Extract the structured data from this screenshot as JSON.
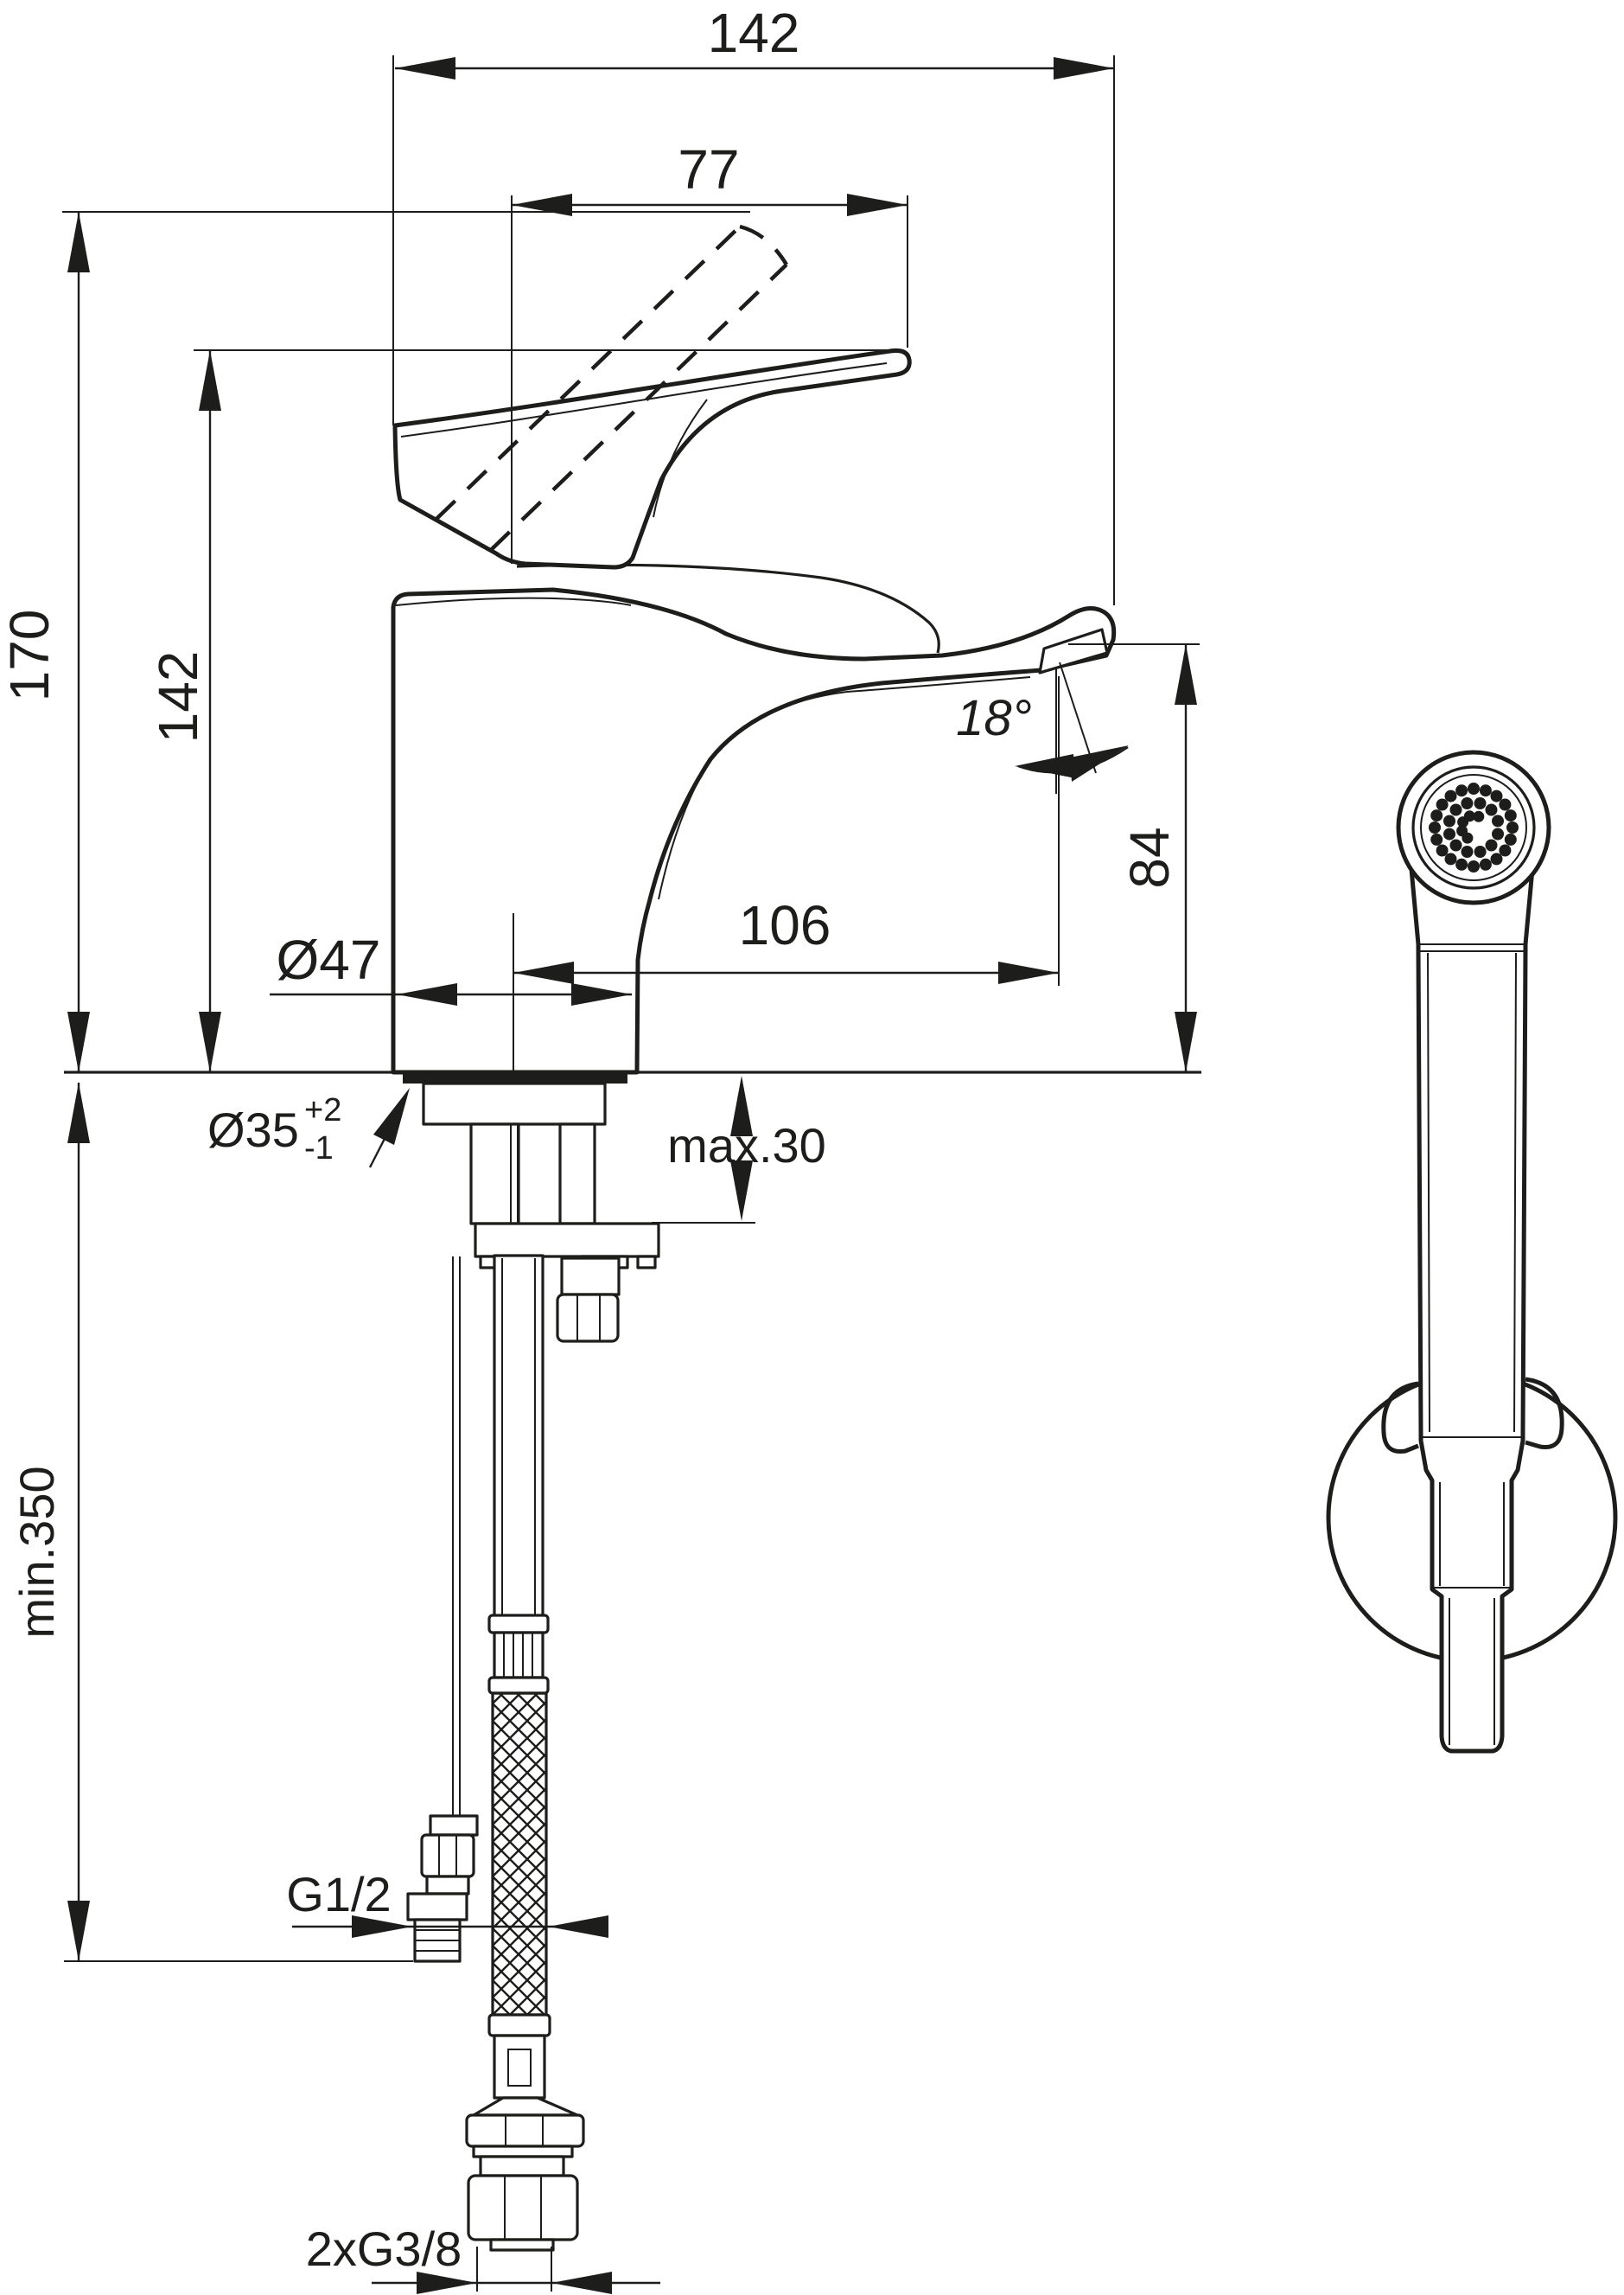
{
  "drawing": {
    "kind": "technical dimension drawing",
    "subject": "single-lever basin mixer with hand spray and wall bracket",
    "background_color": "#ffffff",
    "line_color": "#1d1d1b"
  },
  "dimensions": {
    "total_projection": "142",
    "lever_projection": "77",
    "height_lever_open": "170",
    "height_lever_closed": "142",
    "spout_angle": "18°",
    "spout_projection": "106",
    "spout_height": "84",
    "body_diameter": "Ø47",
    "hole_diameter": "Ø35",
    "hole_tolerance_plus": "+2",
    "hole_tolerance_minus": "-1",
    "deck_thickness": "max.30",
    "hose_length": "min.350",
    "valve_thread": "G1/2",
    "supply_threads": "2xG3/8"
  }
}
